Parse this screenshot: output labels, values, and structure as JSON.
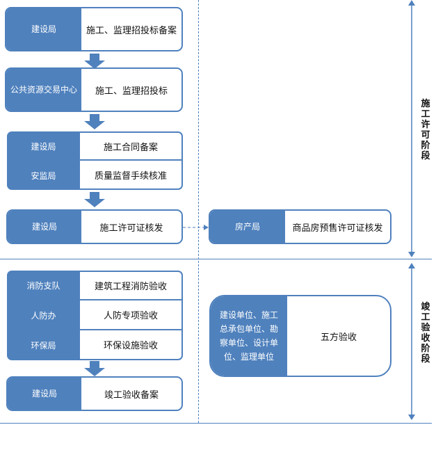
{
  "stages": {
    "permit": "施工许可阶段",
    "acceptance": "竣工验收阶段"
  },
  "permit_steps": [
    {
      "dept": "建设局",
      "task": "施工、监理招投标备案"
    },
    {
      "dept": "公共资源交易中心",
      "task": "施工、监理招投标"
    },
    {
      "dept": "建设局",
      "task": "施工合同备案"
    },
    {
      "dept": "安监局",
      "task": "质量监督手续核准"
    },
    {
      "dept": "建设局",
      "task": "施工许可证核发"
    }
  ],
  "permit_side": {
    "dept": "房产局",
    "task": "商品房预售许可证核发"
  },
  "acceptance_steps": [
    {
      "dept": "消防支队",
      "task": "建筑工程消防验收"
    },
    {
      "dept": "人防办",
      "task": "人防专项验收"
    },
    {
      "dept": "环保局",
      "task": "环保设施验收"
    },
    {
      "dept": "建设局",
      "task": "竣工验收备案"
    }
  ],
  "acceptance_side": {
    "dept": "建设单位、施工总承包单位、勘察单位、设计单位、监理单位",
    "task": "五方验收"
  },
  "colors": {
    "accent": "#4f81bd",
    "text": "#111111"
  }
}
